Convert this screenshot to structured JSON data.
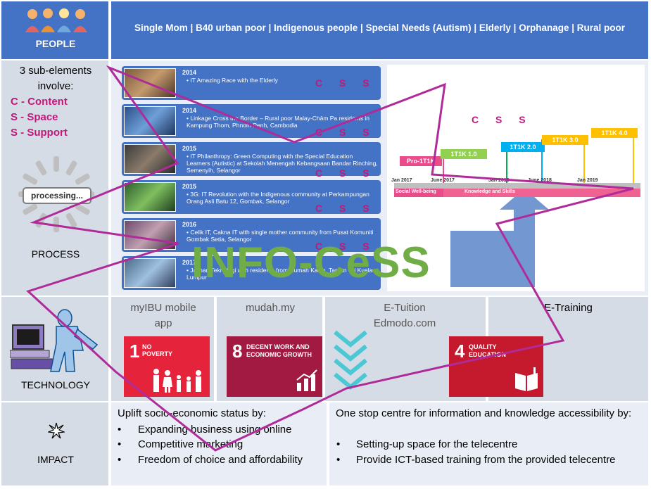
{
  "header": {
    "people_label": "PEOPLE",
    "groups": "Single Mom | B40 urban poor | Indigenous people  | Special Needs (Autism) |  Elderly | Orphanage | Rural poor"
  },
  "process": {
    "sub_intro": "3 sub-elements involve:",
    "items": [
      "C - Content",
      "S - Space",
      "S - Support"
    ],
    "processing_label": "processing...",
    "label": "PROCESS"
  },
  "timeline": [
    {
      "year": "2014",
      "text": "• IT Amazing Race with the Elderly"
    },
    {
      "year": "2014",
      "text": "• Linkage Cross the Border – Rural poor Malay-Chām Pa residents in Kampung Thom, Phnom Penh, Cambodia"
    },
    {
      "year": "2015",
      "text": "• IT Philanthropy: Green Computing with the Special Education Learners (Autistic) at Sekolah Menengah Kebangsaan Bandar Rinching, Semenyih, Selangor"
    },
    {
      "year": "2015",
      "text": "• 3G: IT Revolution with the Indigenous community at Perkampungan Orang Asli Batu 12, Gombak, Selangor"
    },
    {
      "year": "2016",
      "text": "• Celik IT, Cakna IT with single mother community from Pusat Komuniti Gombak Setia, Selangor"
    },
    {
      "year": "2017",
      "text": "• Jalinan Teknologi with residents from Rumah Kasih, Taman Sri Kuala Lumpur"
    }
  ],
  "css_mark": "C S S",
  "roadmap": {
    "css_mark": "C S S",
    "steps": [
      "Pro-1T1K",
      "1T1K 1.0",
      "1T1K 2.0",
      "1T1K 3.0",
      "1T1K 4.0"
    ],
    "dates": [
      "Jan 2017",
      "June 2017",
      "Jan 2018",
      "June 2018",
      "Jan 2019"
    ],
    "bars": [
      "Social Well-being",
      "Knowledge and Skills"
    ]
  },
  "brand": "INFO-CeSS",
  "technology": {
    "label": "TECHNOLOGY",
    "apps": [
      "myIBU mobile app",
      "mudah.my",
      "E-Tuition Edmodo.com",
      "E-Training"
    ],
    "sdgs": [
      {
        "num": "1",
        "title": "NO POVERTY",
        "color": "#e5243b"
      },
      {
        "num": "8",
        "title": "DECENT WORK AND ECONOMIC GROWTH",
        "color": "#a21942"
      },
      {
        "num": "4",
        "title": "QUALITY EDUCATION",
        "color": "#c5192d"
      }
    ]
  },
  "impact": {
    "label": "IMPACT",
    "left_title": "Uplift socio-economic status by:",
    "left_items": [
      "Expanding business using online",
      "Competitive marketing",
      "Freedom of choice and affordability"
    ],
    "right_title": "One stop centre for information and knowledge accessibility by:",
    "right_items": [
      "Setting-up space for the telecentre",
      "Provide ICT-based training from the provided telecentre"
    ]
  },
  "colors": {
    "header_blue": "#4472c4",
    "accent_magenta": "#c2187a",
    "brand_green": "#70ad47",
    "brand_purple": "#b02b9a"
  }
}
